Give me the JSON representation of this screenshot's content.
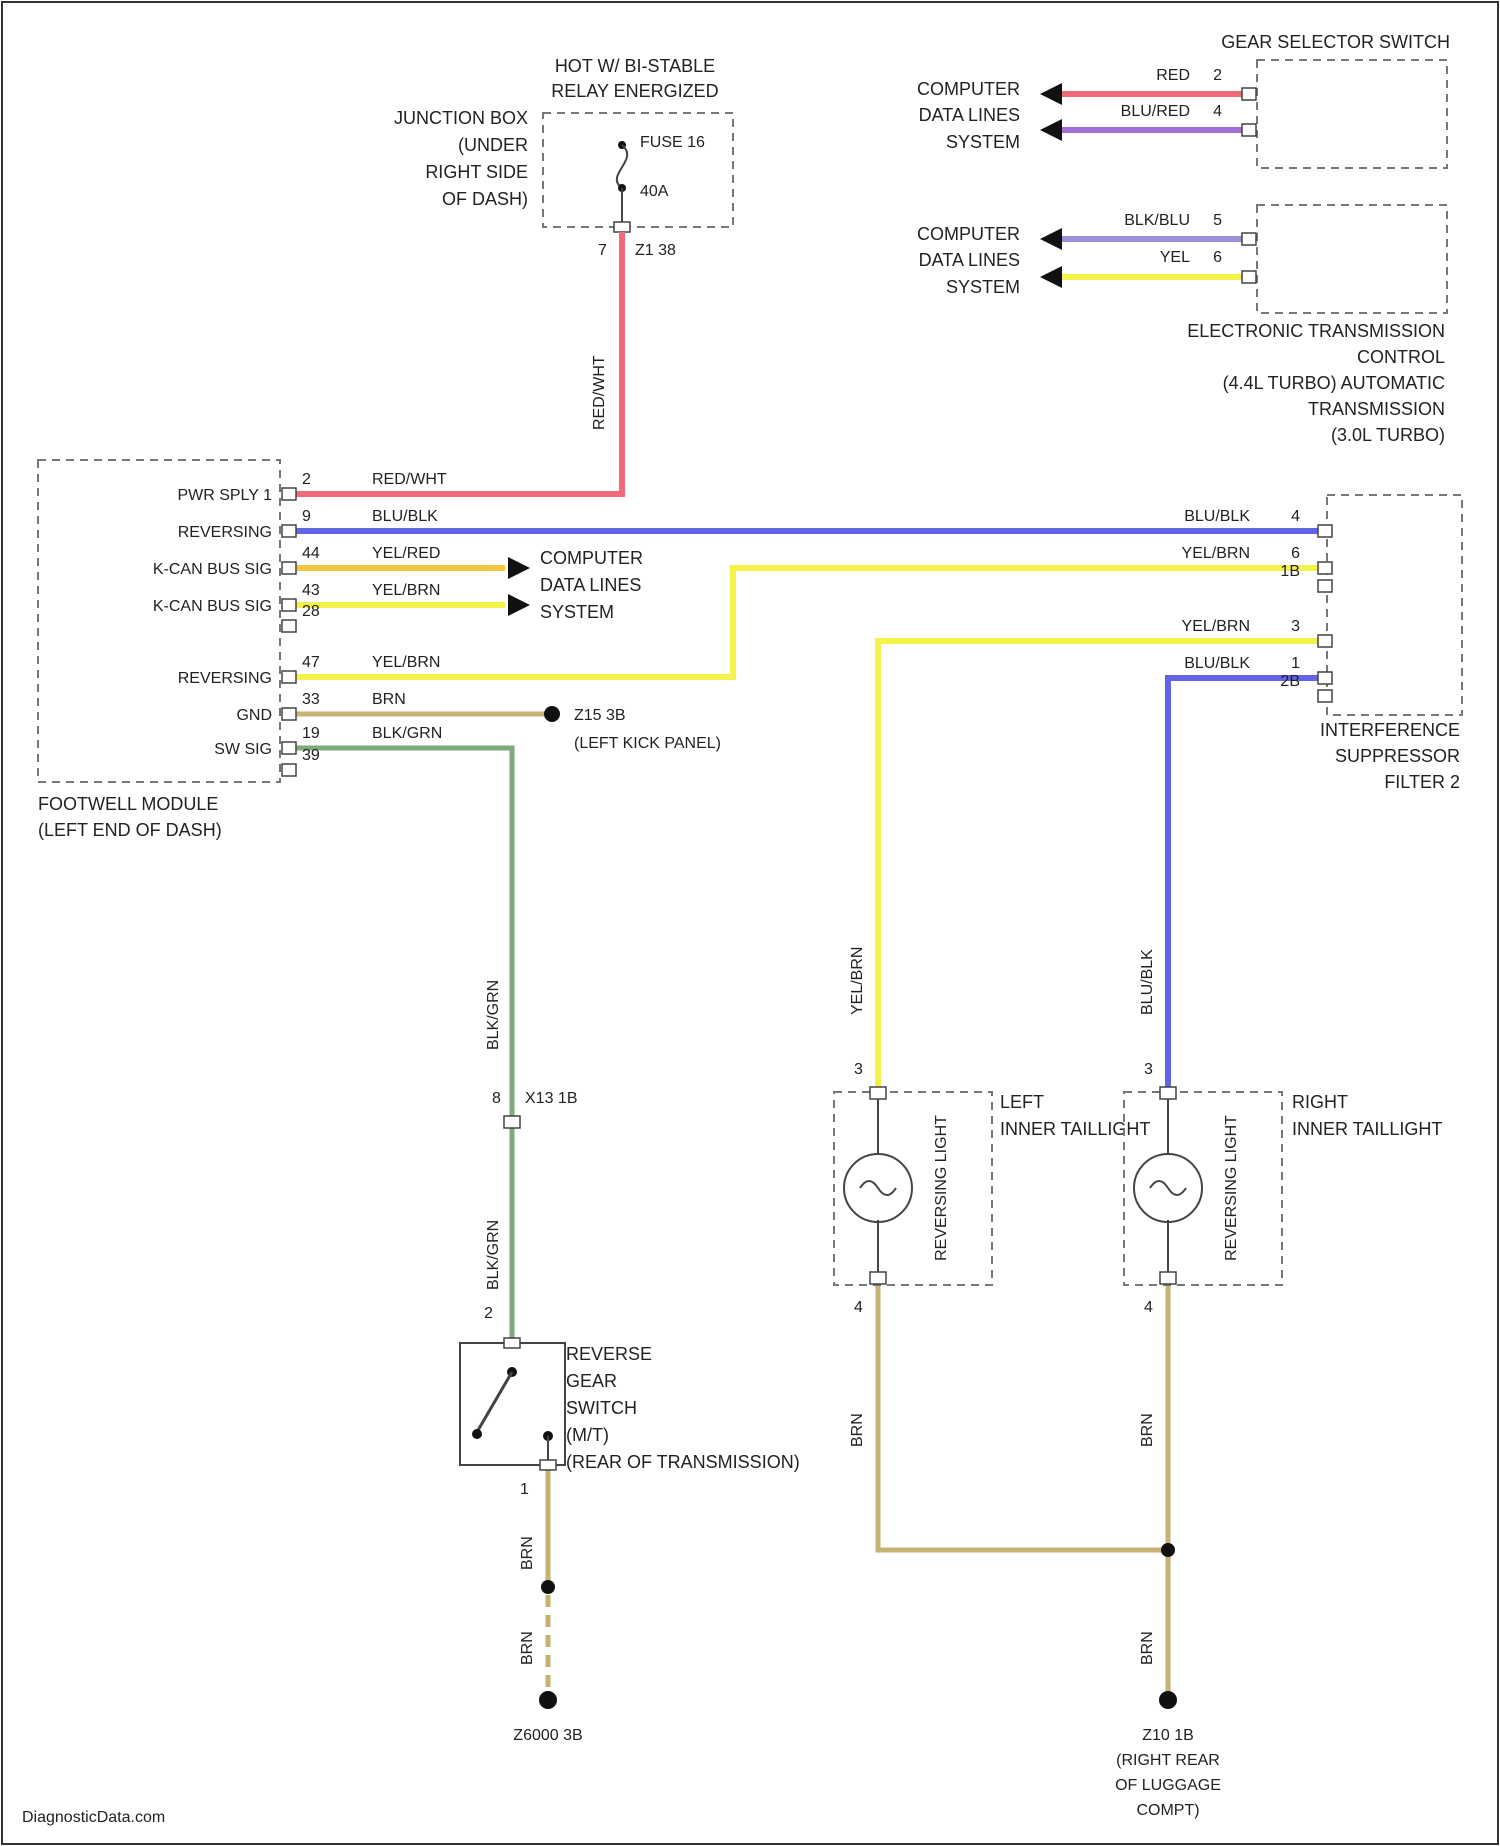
{
  "colors": {
    "red": "#f06a7a",
    "blue": "#6464e8",
    "purple": "#a070d8",
    "lavender": "#9c8fd8",
    "yellow": "#f2f24a",
    "gold": "#f2c640",
    "green": "#7caa78",
    "tan": "#c6b272",
    "outline": "#777777"
  },
  "relay": {
    "title_1": "HOT W/ BI-STABLE",
    "title_2": "RELAY ENERGIZED",
    "junction_1": "JUNCTION BOX",
    "junction_2": "(UNDER",
    "junction_3": "RIGHT SIDE",
    "junction_4": "OF DASH)",
    "fuse_label": "FUSE 16",
    "fuse_rating": "40A",
    "pin": "7",
    "connector": "Z1 38"
  },
  "gear_selector": {
    "title": "GEAR SELECTOR SWITCH",
    "cdl_1": "COMPUTER",
    "cdl_2": "DATA LINES",
    "cdl_3": "SYSTEM",
    "wire1_color": "RED",
    "wire1_pin": "2",
    "wire2_color": "BLU/RED",
    "wire2_pin": "4"
  },
  "etc": {
    "cdl_1": "COMPUTER",
    "cdl_2": "DATA LINES",
    "cdl_3": "SYSTEM",
    "wire1_color": "BLK/BLU",
    "wire1_pin": "5",
    "wire2_color": "YEL",
    "wire2_pin": "6",
    "title_1": "ELECTRONIC TRANSMISSION",
    "title_2": "CONTROL",
    "title_3": "(4.4L TURBO) AUTOMATIC",
    "title_4": "TRANSMISSION",
    "title_5": "(3.0L TURBO)"
  },
  "vertical_labels": {
    "red_wht": "RED/WHT",
    "blk_grn_1": "BLK/GRN",
    "blk_grn_2": "BLK/GRN",
    "yel_brn": "YEL/BRN",
    "blu_blk": "BLU/BLK",
    "brn_1": "BRN",
    "brn_2": "BRN",
    "brn_3": "BRN",
    "brn_4": "BRN",
    "brn_5": "BRN"
  },
  "footwell": {
    "title_1": "FOOTWELL MODULE",
    "title_2": "(LEFT END OF DASH)",
    "pins": [
      {
        "name": "PWR SPLY 1",
        "num": "2",
        "wire": "RED/WHT"
      },
      {
        "name": "REVERSING",
        "num": "9",
        "wire": "BLU/BLK"
      },
      {
        "name": "K-CAN BUS SIG",
        "num": "44",
        "wire": "YEL/RED"
      },
      {
        "name": "K-CAN BUS SIG",
        "num": "43",
        "wire": "YEL/BRN"
      },
      {
        "name": "",
        "num": "28",
        "wire": ""
      },
      {
        "name": "REVERSING",
        "num": "47",
        "wire": "YEL/BRN"
      },
      {
        "name": "GND",
        "num": "33",
        "wire": "BRN"
      },
      {
        "name": "SW SIG",
        "num": "19",
        "wire": "BLK/GRN"
      },
      {
        "name": "",
        "num": "39",
        "wire": ""
      }
    ],
    "cdl_1": "COMPUTER",
    "cdl_2": "DATA LINES",
    "cdl_3": "SYSTEM",
    "gnd_connector": "Z15 3B",
    "gnd_location": "(LEFT KICK PANEL)"
  },
  "filter": {
    "title_1": "INTERFERENCE",
    "title_2": "SUPPRESSOR",
    "title_3": "FILTER 2",
    "pins": [
      {
        "wire": "BLU/BLK",
        "num": "4"
      },
      {
        "wire": "YEL/BRN",
        "num": "6"
      },
      {
        "wire": "",
        "num": "1B"
      },
      {
        "wire": "YEL/BRN",
        "num": "3"
      },
      {
        "wire": "BLU/BLK",
        "num": "1"
      },
      {
        "wire": "",
        "num": "2B"
      }
    ]
  },
  "inline_connector": {
    "pin": "8",
    "label": "X13 1B"
  },
  "reverse_switch": {
    "title_1": "REVERSE",
    "title_2": "GEAR",
    "title_3": "SWITCH",
    "title_4": "(M/T)",
    "location": "(REAR OF TRANSMISSION)",
    "pin_top": "2",
    "pin_bottom": "1",
    "ground": "Z6000 3B"
  },
  "left_taillight": {
    "title_1": "LEFT",
    "title_2": "INNER TAILLIGHT",
    "bulb": "REVERSING LIGHT",
    "pin_top": "3",
    "pin_bottom": "4"
  },
  "right_taillight": {
    "title_1": "RIGHT",
    "title_2": "INNER TAILLIGHT",
    "bulb": "REVERSING LIGHT",
    "pin_top": "3",
    "pin_bottom": "4"
  },
  "luggage_ground": {
    "label_1": "Z10 1B",
    "label_2": "(RIGHT REAR",
    "label_3": "OF LUGGAGE",
    "label_4": "COMPT)"
  },
  "watermark": "DiagnosticData.com"
}
